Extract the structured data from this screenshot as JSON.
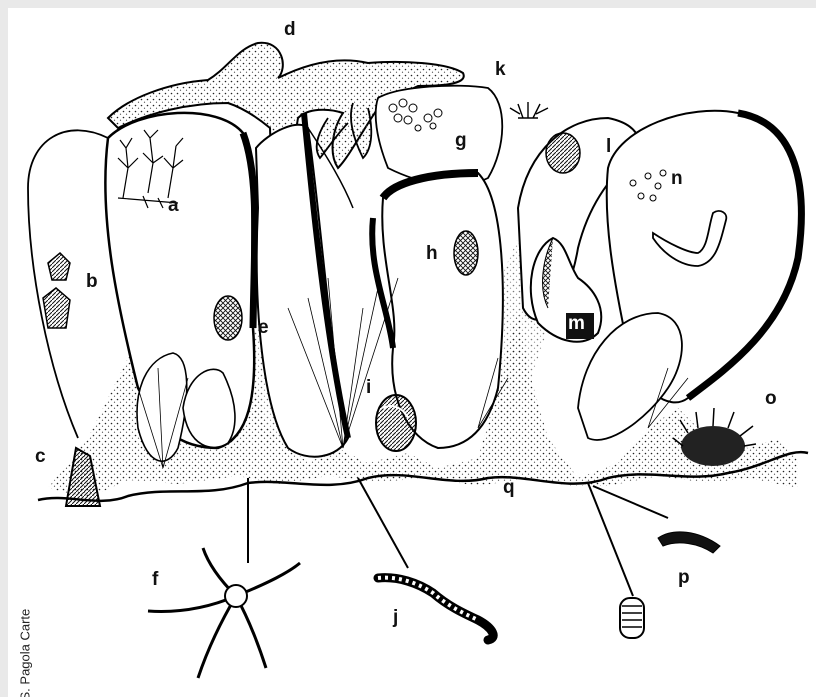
{
  "figure": {
    "credit": "S. Pagola Carte",
    "labels": {
      "a": "a",
      "b": "b",
      "c": "c",
      "d": "d",
      "e": "e",
      "f": "f",
      "g": "g",
      "h": "h",
      "i": "i",
      "j": "j",
      "k": "k",
      "l": "l",
      "m": "m",
      "n": "n",
      "o": "o",
      "p": "p",
      "q": "q"
    }
  }
}
